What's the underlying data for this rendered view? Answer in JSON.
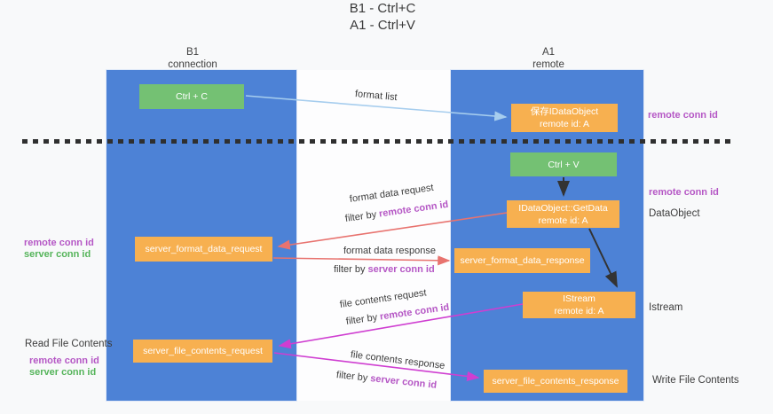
{
  "title": {
    "line1": "B1 - Ctrl+C",
    "line2": "A1 - Ctrl+V"
  },
  "lanes": {
    "left": {
      "title": "B1",
      "subtitle": "connection"
    },
    "right": {
      "title": "A1",
      "subtitle": "remote"
    }
  },
  "nodes": {
    "ctrl_c": {
      "label": "Ctrl + C"
    },
    "saved_dataobject": {
      "line1": "保存IDataObject",
      "line2": "remote id: A"
    },
    "ctrl_v": {
      "label": "Ctrl + V"
    },
    "getdata": {
      "line1": "IDataObject::GetData",
      "line2": "remote id: A"
    },
    "istream": {
      "line1": "IStream",
      "line2": "remote id: A"
    },
    "server_format_data_request": {
      "label": "server_format_data_request"
    },
    "server_format_data_response": {
      "label": "server_format_data_response"
    },
    "server_file_contents_request": {
      "label": "server_file_contents_request"
    },
    "server_file_contents_response": {
      "label": "server_file_contents_response"
    }
  },
  "annotations": {
    "right_remote_conn_id_top": "remote conn id",
    "right_remote_conn_id_mid": "remote conn id",
    "dataobject": "DataObject",
    "istream": "Istream",
    "write_file_contents": "Write File Contents",
    "left_remote_conn_id_top": "remote conn id",
    "left_server_conn_id_top": "server conn id",
    "read_file_contents": "Read File Contents",
    "left_remote_conn_id_bottom": "remote conn id",
    "left_server_conn_id_bottom": "server conn id"
  },
  "flows": {
    "format_list": {
      "label": "format list"
    },
    "format_data_request": {
      "label": "format data request",
      "filter_prefix": "filter by",
      "filter_key": "remote conn id"
    },
    "format_data_response": {
      "label": "format data response",
      "filter_prefix": "filter by",
      "filter_key": "server conn id"
    },
    "file_contents_request": {
      "label": "file contents request",
      "filter_prefix": "filter by",
      "filter_key": "remote conn id"
    },
    "file_contents_response": {
      "label": "file contents response",
      "filter_prefix": "filter by",
      "filter_key": "server conn id"
    }
  },
  "colors": {
    "lane_blue": "#4d82d6",
    "node_orange": "#f7b050",
    "node_green": "#74c173",
    "label_purple": "#b557c5",
    "label_green": "#55b45a",
    "arrow_salmon": "#e8736f",
    "arrow_magenta": "#cf3ed1",
    "arrow_lightblue": "#a6cdee",
    "arrow_black": "#333333",
    "divider_black": "#2f2f2f"
  }
}
